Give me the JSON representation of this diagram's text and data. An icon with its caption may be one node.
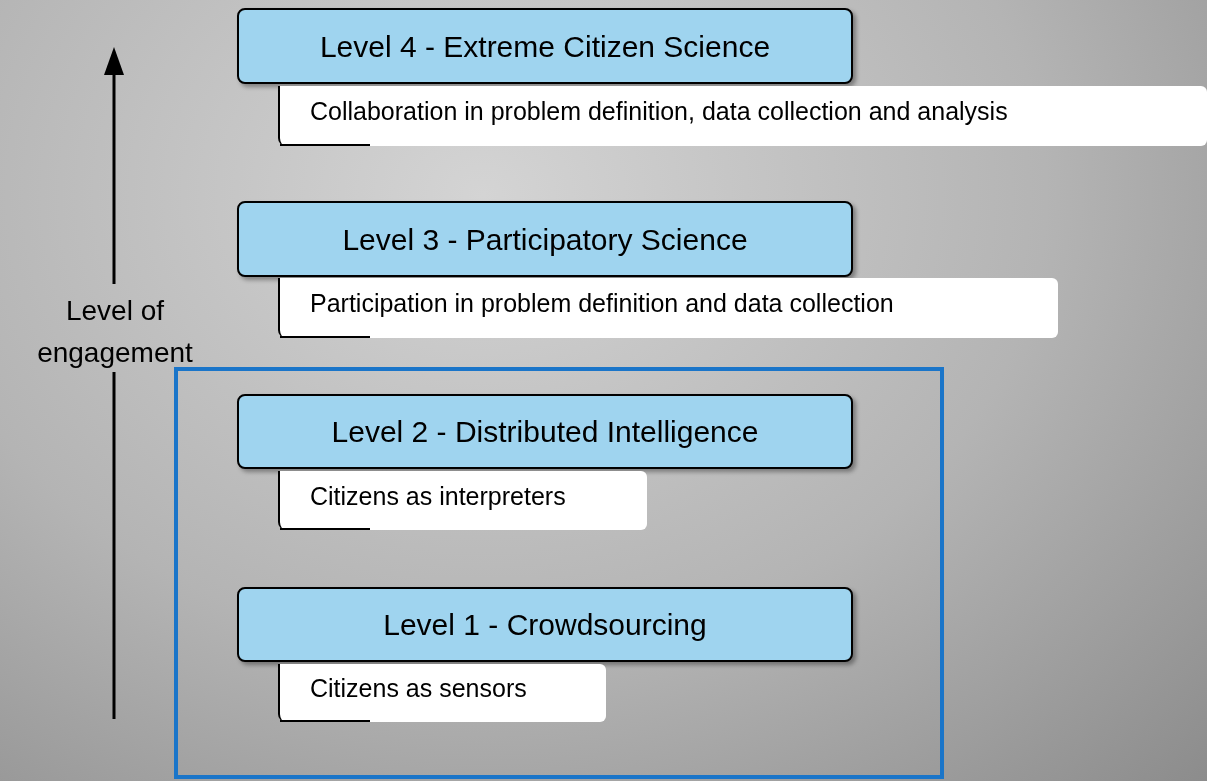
{
  "diagram": {
    "nodes": [
      {
        "text": [
          "Level 4 - Extreme Citizen Science"
        ]
      },
      {
        "text": [
          "Collaboration in problem definition, data collection and analysis"
        ]
      },
      {
        "text": [
          "Level 3 - Participatory Science"
        ]
      },
      {
        "text": [
          "Participation in problem definition and data collection"
        ]
      },
      {
        "text": [],
        "shape": "box"
      },
      {
        "text": [
          "Level 2 - Distributed Intelligence"
        ],
        "in": 4
      },
      {
        "text": [
          "Citizens as interpreters"
        ],
        "in": 4
      },
      {
        "text": [
          "Level 1 - Crowdsourcing"
        ],
        "in": 4
      },
      {
        "text": [
          "Citizens as sensors"
        ],
        "in": 4
      }
    ],
    "edges": [],
    "labels": [
      "Level of engagement"
    ]
  }
}
